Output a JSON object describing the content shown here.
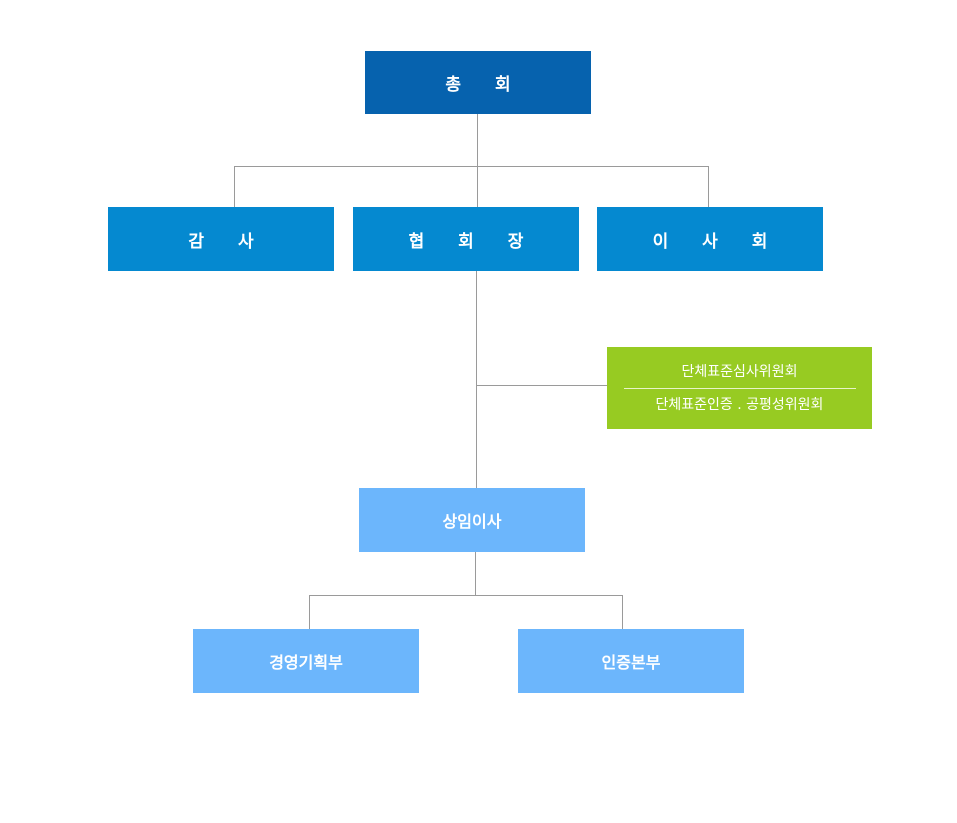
{
  "colors": {
    "level_top": "#0662ae",
    "level_mid": "#0589d0",
    "level_light": "#6cb6fc",
    "committee": "#97cb22",
    "connector": "#9a9a9a"
  },
  "org": {
    "general_assembly": "총 회",
    "auditor": "감 사",
    "chairman": "협 회 장",
    "board": "이 사 회",
    "committee": {
      "line1": "단체표준심사위원회",
      "line2": "단체표준인증 . 공평성위원회"
    },
    "standing_director": "상임이사",
    "management_planning": "경영기획부",
    "certification_division": "인증본부"
  }
}
